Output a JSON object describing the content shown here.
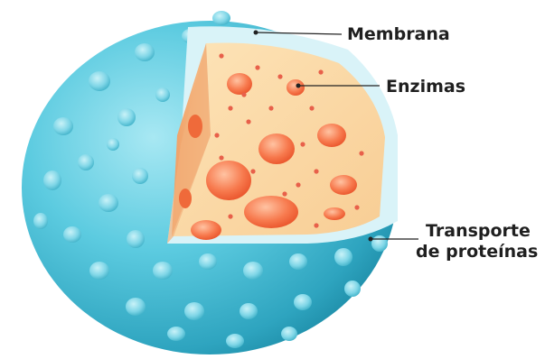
{
  "labels": {
    "membrane": "Membrana",
    "enzymes": "Enzimas",
    "transport_line1": "Transporte",
    "transport_line2": "de proteínas"
  },
  "colors": {
    "shell_light": "#8fdfee",
    "shell_mid": "#4cc2d8",
    "shell_dark": "#1f92ad",
    "membrane_rim": "#d9f3f8",
    "interior_floor": "#fbd9a6",
    "interior_wall": "#f3b37c",
    "vesicle_light": "#ffb08a",
    "vesicle_dark": "#f05a2e",
    "leader_line": "#222222",
    "label_text": "#1f1f1f"
  }
}
